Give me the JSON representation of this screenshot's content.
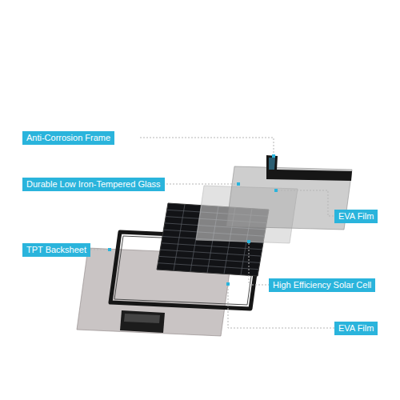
{
  "diagram": {
    "nodes": [
      {
        "text": [
          "Anti-Corrosion Frame"
        ]
      },
      {
        "text": [
          "Durable Low Iron-Tempered Glass"
        ]
      },
      {
        "text": [
          "EVA Film"
        ]
      },
      {
        "text": [
          "TPT Backsheet"
        ]
      },
      {
        "text": [
          "High Efficiency Solar Cell"
        ]
      },
      {
        "text": [
          "EVA Film"
        ]
      }
    ]
  }
}
